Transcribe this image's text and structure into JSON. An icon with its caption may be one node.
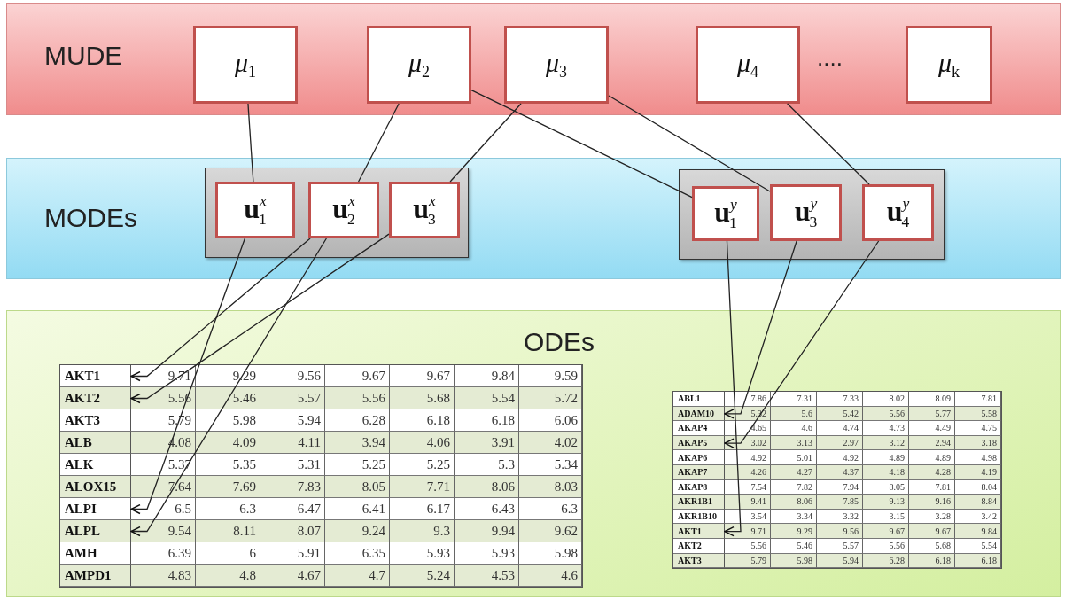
{
  "diagram": {
    "nodes": [
      {
        "text": [
          "MUDE"
        ]
      },
      {
        "text": [
          "*μ*$_{1}$"
        ],
        "in": 0
      },
      {
        "text": [
          "*μ*$_{2}$"
        ],
        "in": 0
      },
      {
        "text": [
          "*μ*$_{3}$"
        ],
        "in": 0
      },
      {
        "text": [
          "*μ*$_{4}$"
        ],
        "in": 0
      },
      {
        "text": [
          "*μ*$_{k}$"
        ],
        "in": 0
      },
      {
        "text": [
          "MODEs"
        ]
      },
      {
        "text": [],
        "shape": "box",
        "in": 6
      },
      {
        "text": [
          "**u**$^{x}$$_{1}$"
        ],
        "in": 7
      },
      {
        "text": [
          "**u**$^{x}$$_{2}$"
        ],
        "in": 7
      },
      {
        "text": [
          "**u**$^{x}$$_{3}$"
        ],
        "in": 7
      },
      {
        "text": [],
        "shape": "box",
        "in": 6
      },
      {
        "text": [
          "**u**$^{y}$$_{1}$"
        ],
        "in": 11
      },
      {
        "text": [
          "**u**$^{y}$$_{3}$"
        ],
        "in": 11
      },
      {
        "text": [
          "**u**$^{y}$$_{4}$"
        ],
        "in": 11
      },
      {
        "text": [
          "ODEs"
        ]
      },
      {
        "text": [],
        "shape": "box",
        "in": 15
      },
      {
        "text": [
          "AKT1"
        ],
        "in": 16
      },
      {
        "text": [
          "AKT2"
        ],
        "in": 16
      },
      {
        "text": [
          "AKT3"
        ],
        "in": 16
      },
      {
        "text": [
          "ALB"
        ],
        "in": 16
      },
      {
        "text": [
          "ALK"
        ],
        "in": 16
      },
      {
        "text": [
          "ALOX15"
        ],
        "in": 16
      },
      {
        "text": [
          "ALPI"
        ],
        "in": 16
      },
      {
        "text": [
          "ALPL"
        ],
        "in": 16
      },
      {
        "text": [
          "AMH"
        ],
        "in": 16
      },
      {
        "text": [
          "AMPD1"
        ],
        "in": 16
      },
      {
        "text": [],
        "shape": "box",
        "in": 15
      },
      {
        "text": [
          "ABL1"
        ],
        "in": 27
      },
      {
        "text": [
          "ADAM10"
        ],
        "in": 27
      },
      {
        "text": [
          "AKAP4"
        ],
        "in": 27
      },
      {
        "text": [
          "AKAP5"
        ],
        "in": 27
      },
      {
        "text": [
          "AKAP6"
        ],
        "in": 27
      },
      {
        "text": [
          "AKAP7"
        ],
        "in": 27
      },
      {
        "text": [
          "AKAP8"
        ],
        "in": 27
      },
      {
        "text": [
          "AKR1B1"
        ],
        "in": 27
      },
      {
        "text": [
          "AKR1B10"
        ],
        "in": 27
      },
      {
        "text": [
          "AKT1"
        ],
        "in": 27
      },
      {
        "text": [
          "AKT2"
        ],
        "in": 27
      },
      {
        "text": [
          "AKT3"
        ],
        "in": 27
      }
    ],
    "edges": [
      {
        "from": 1,
        "to": 8,
        "arrow": "none"
      },
      {
        "from": 2,
        "to": 9,
        "arrow": "none"
      },
      {
        "from": 2,
        "to": 12,
        "arrow": "none"
      },
      {
        "from": 3,
        "to": 10,
        "arrow": "none"
      },
      {
        "from": 3,
        "to": 13,
        "arrow": "none"
      },
      {
        "from": 4,
        "to": 14,
        "arrow": "none"
      },
      {
        "from": 8,
        "to": 23,
        "arrow": "to"
      },
      {
        "from": 9,
        "to": 17,
        "arrow": "to"
      },
      {
        "from": 9,
        "to": 24,
        "arrow": "to"
      },
      {
        "from": 10,
        "to": 18,
        "arrow": "to"
      },
      {
        "from": 12,
        "to": 37,
        "arrow": "to"
      },
      {
        "from": 13,
        "to": 29,
        "arrow": "to"
      },
      {
        "from": 14,
        "to": 31,
        "arrow": "to"
      }
    ],
    "labels": [
      "....",
      "9.71",
      "9.29",
      "9.56",
      "9.67",
      "9.67",
      "9.84",
      "9.59",
      "5.56",
      "5.46",
      "5.57",
      "5.56",
      "5.68",
      "5.54",
      "5.72",
      "5.79",
      "5.98",
      "5.94",
      "6.28",
      "6.18",
      "6.18",
      "6.06",
      "4.08",
      "4.09",
      "4.11",
      "3.94",
      "4.06",
      "3.91",
      "4.02",
      "5.37",
      "5.35",
      "5.31",
      "5.25",
      "5.25",
      "5.3",
      "5.34",
      "7.64",
      "7.69",
      "7.83",
      "8.05",
      "7.71",
      "8.06",
      "8.03",
      "6.5",
      "6.3",
      "6.47",
      "6.41",
      "6.17",
      "6.43",
      "6.3",
      "9.54",
      "8.11",
      "8.07",
      "9.24",
      "9.3",
      "9.94",
      "9.62",
      "6.39",
      "6",
      "5.91",
      "6.35",
      "5.93",
      "5.93",
      "5.98",
      "4.83",
      "4.8",
      "4.67",
      "4.7",
      "5.24",
      "4.53",
      "4.6",
      "7.86",
      "7.31",
      "7.33",
      "8.02",
      "8.09",
      "7.81",
      "5.32",
      "5.6",
      "5.42",
      "5.56",
      "5.77",
      "5.58",
      "4.65",
      "4.6",
      "4.74",
      "4.73",
      "4.49",
      "4.75",
      "3.02",
      "3.13",
      "2.97",
      "3.12",
      "2.94",
      "3.18",
      "4.92",
      "5.01",
      "4.92",
      "4.89",
      "4.89",
      "4.98",
      "4.26",
      "4.27",
      "4.37",
      "4.18",
      "4.28",
      "4.19",
      "7.54",
      "7.82",
      "7.94",
      "8.05",
      "7.81",
      "8.04",
      "9.41",
      "8.06",
      "7.85",
      "9.13",
      "9.16",
      "8.84",
      "3.54",
      "3.34",
      "3.32",
      "3.15",
      "3.28",
      "3.42",
      "9.71",
      "9.29",
      "9.56",
      "9.67",
      "9.67",
      "9.84",
      "5.56",
      "5.46",
      "5.57",
      "5.56",
      "5.68",
      "5.54",
      "5.79",
      "5.98",
      "5.94",
      "6.28",
      "6.18",
      "6.18"
    ]
  }
}
